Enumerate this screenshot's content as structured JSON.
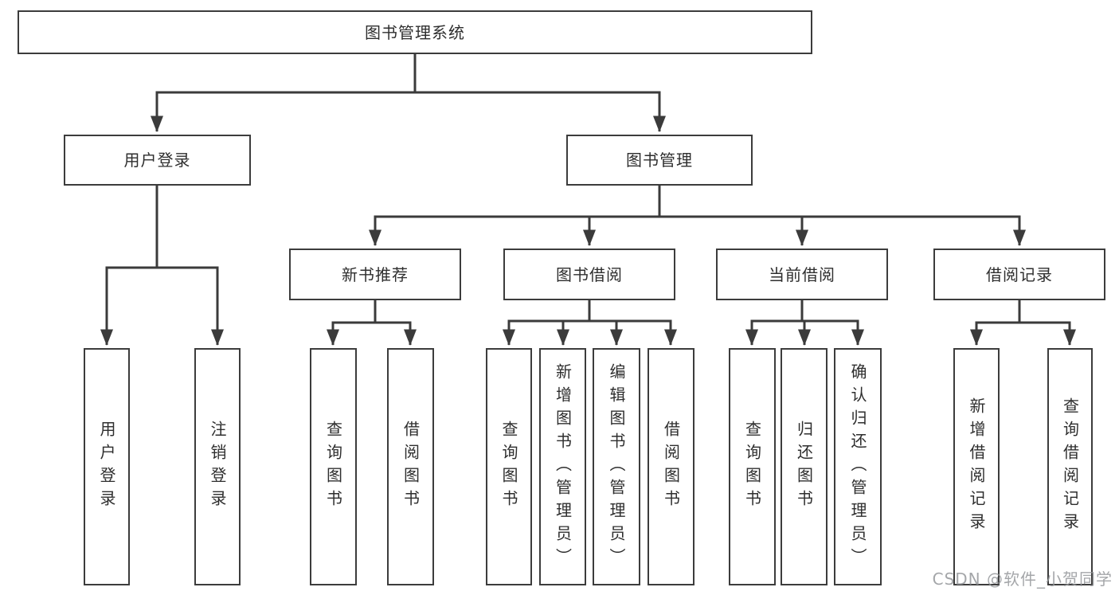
{
  "diagram_title": "图书管理系统",
  "nodes": {
    "root": "图书管理系统",
    "user_login": "用户登录",
    "book_mgmt": "图书管理",
    "new_book_rec": "新书推荐",
    "book_borrow": "图书借阅",
    "current_borrow": "当前借阅",
    "borrow_records": "借阅记录",
    "leaf_user_login": "用户登录",
    "leaf_logout": "注销登录",
    "leaf_rec_query": "查询图书",
    "leaf_rec_borrow": "借阅图书",
    "leaf_bb_query": "查询图书",
    "leaf_bb_add": "新增图书（管理员）",
    "leaf_bb_edit": "编辑图书（管理员）",
    "leaf_bb_borrow": "借阅图书",
    "leaf_cb_query": "查询图书",
    "leaf_cb_return": "归还图书",
    "leaf_cb_confirm": "确认归还（管理员）",
    "leaf_br_add": "新增借阅记录",
    "leaf_br_query": "查询借阅记录"
  },
  "hierarchy": {
    "图书管理系统": {
      "用户登录": [
        "用户登录",
        "注销登录"
      ],
      "图书管理": {
        "新书推荐": [
          "查询图书",
          "借阅图书"
        ],
        "图书借阅": [
          "查询图书",
          "新增图书（管理员）",
          "编辑图书（管理员）",
          "借阅图书"
        ],
        "当前借阅": [
          "查询图书",
          "归还图书",
          "确认归还（管理员）"
        ],
        "借阅记录": [
          "新增借阅记录",
          "查询借阅记录"
        ]
      }
    }
  },
  "watermark": "CSDN @软件_小贺同学",
  "colors": {
    "line": "#3b3b3b",
    "box_border": "#3c3c3c",
    "text": "#2e2e2e",
    "watermark": "#94969a",
    "background": "#ffffff"
  }
}
